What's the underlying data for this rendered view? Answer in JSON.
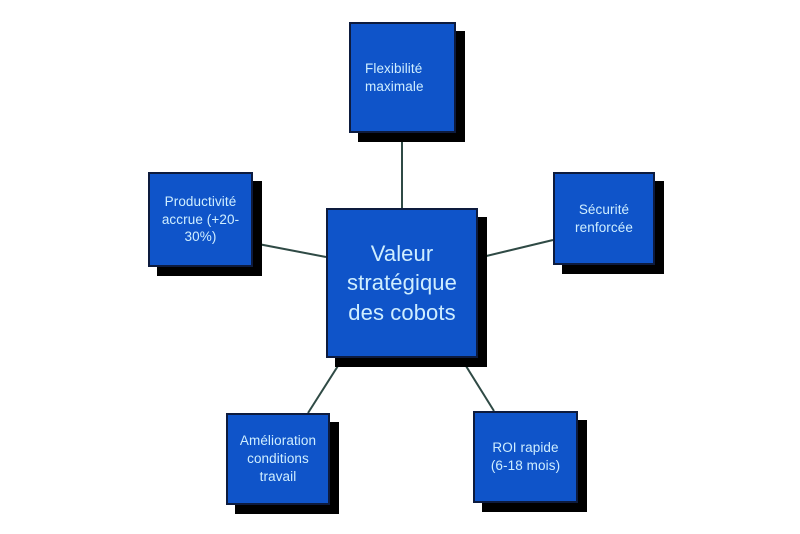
{
  "diagram": {
    "type": "hub-and-spoke",
    "background_color": "#ffffff",
    "node_fill_color": "#0f54c9",
    "node_border_color": "#0d1b3e",
    "node_text_color": "#cfeeff",
    "node_shadow_color": "#000000",
    "connector_color": "#2f4a45",
    "center": {
      "id": "valeur-strategique-des-cobots",
      "label": "Valeur\nstratégique\ndes cobots"
    },
    "nodes": [
      {
        "id": "flexibilite-maximale",
        "label": "Flexibilité\nmaximale",
        "position": "top"
      },
      {
        "id": "productivite-accrue",
        "label": "Productivité\naccrue (+20-\n30%)",
        "position": "left"
      },
      {
        "id": "securite-renforcee",
        "label": "Sécurité\nrenforcée",
        "position": "right"
      },
      {
        "id": "amelioration-conditions-travail",
        "label": "Amélioration\nconditions\ntravail",
        "position": "bottom-left"
      },
      {
        "id": "roi-rapide",
        "label": "ROI rapide\n(6-18 mois)",
        "position": "bottom-right"
      }
    ],
    "connectors": [
      {
        "id": "center-to-flexibilite",
        "from": "center",
        "to": "flexibilite-maximale"
      },
      {
        "id": "center-to-productivite",
        "from": "center",
        "to": "productivite-accrue"
      },
      {
        "id": "center-to-securite",
        "from": "center",
        "to": "securite-renforcee"
      },
      {
        "id": "center-to-amelioration",
        "from": "center",
        "to": "amelioration-conditions-travail"
      },
      {
        "id": "center-to-roi",
        "from": "center",
        "to": "roi-rapide"
      }
    ]
  }
}
